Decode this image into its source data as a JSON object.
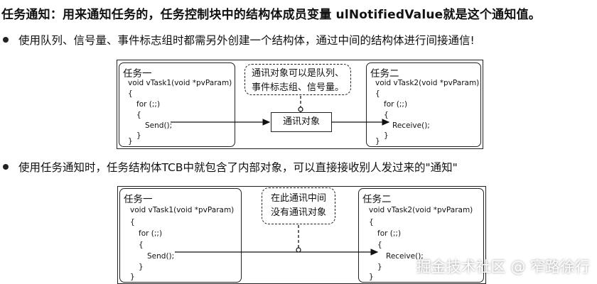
{
  "heading": "任务通知：用来通知任务的，任务控制块中的结构体成员变量 ulNotifiedValue就是这个通知值。",
  "bullets": [
    "使用队列、信号量、事件标志组时都需另外创建一个结构体，通过中间的结构体进行间接通信!",
    "使用任务通知时，任务结构体TCB中就包含了内部对象，可以直接接收别人发过来的\"通知\""
  ],
  "diagram1": {
    "task1": {
      "title": "任务一",
      "code": [
        "void vTask1(void *pvParam)",
        "{",
        "for (;;)",
        "{",
        "Send();",
        "}",
        "}"
      ]
    },
    "task2": {
      "title": "任务二",
      "code": [
        "void vTask2(void *pvParam)",
        "{",
        "for (;;)",
        "{",
        "Receive();",
        "}",
        "}"
      ]
    },
    "callout": [
      "通讯对象可以是队列、",
      "事件标志组、信号量。"
    ],
    "object_label": "通讯对象"
  },
  "diagram2": {
    "task1": {
      "title": "任务一",
      "code": [
        "void vTask1(void *pvParam)",
        "{",
        "for (;;)",
        "{",
        "Send();",
        "}",
        "}"
      ]
    },
    "task2": {
      "title": "任务二",
      "code": [
        "void vTask2(void *pvParam)",
        "{",
        "for (;;)",
        "{",
        "Receive();",
        "}",
        "}"
      ]
    },
    "callout": [
      "在此通讯中间",
      "没有通讯对象"
    ]
  },
  "watermark": "掘金技术社区 @ 窄路徐行"
}
